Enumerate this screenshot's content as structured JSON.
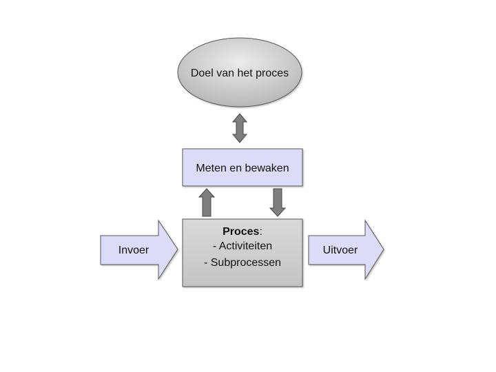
{
  "diagram": {
    "goal": {
      "label": "Doel van het proces"
    },
    "monitor": {
      "label": "Meten en bewaken"
    },
    "process": {
      "title": "Proces",
      "title_suffix": ":",
      "line1": "- Activiteiten",
      "line2": "- Subprocessen"
    },
    "input": {
      "label": "Invoer"
    },
    "output": {
      "label": "Uitvoer"
    }
  },
  "colors": {
    "lavender_fill": "#dcdcf8",
    "grey_fill": "#cfcfcf",
    "ellipse_fill_light": "#e6e6e6",
    "ellipse_fill_dark": "#b9b9b9",
    "connector_fill": "#7f7f7f",
    "stroke": "#555555"
  }
}
